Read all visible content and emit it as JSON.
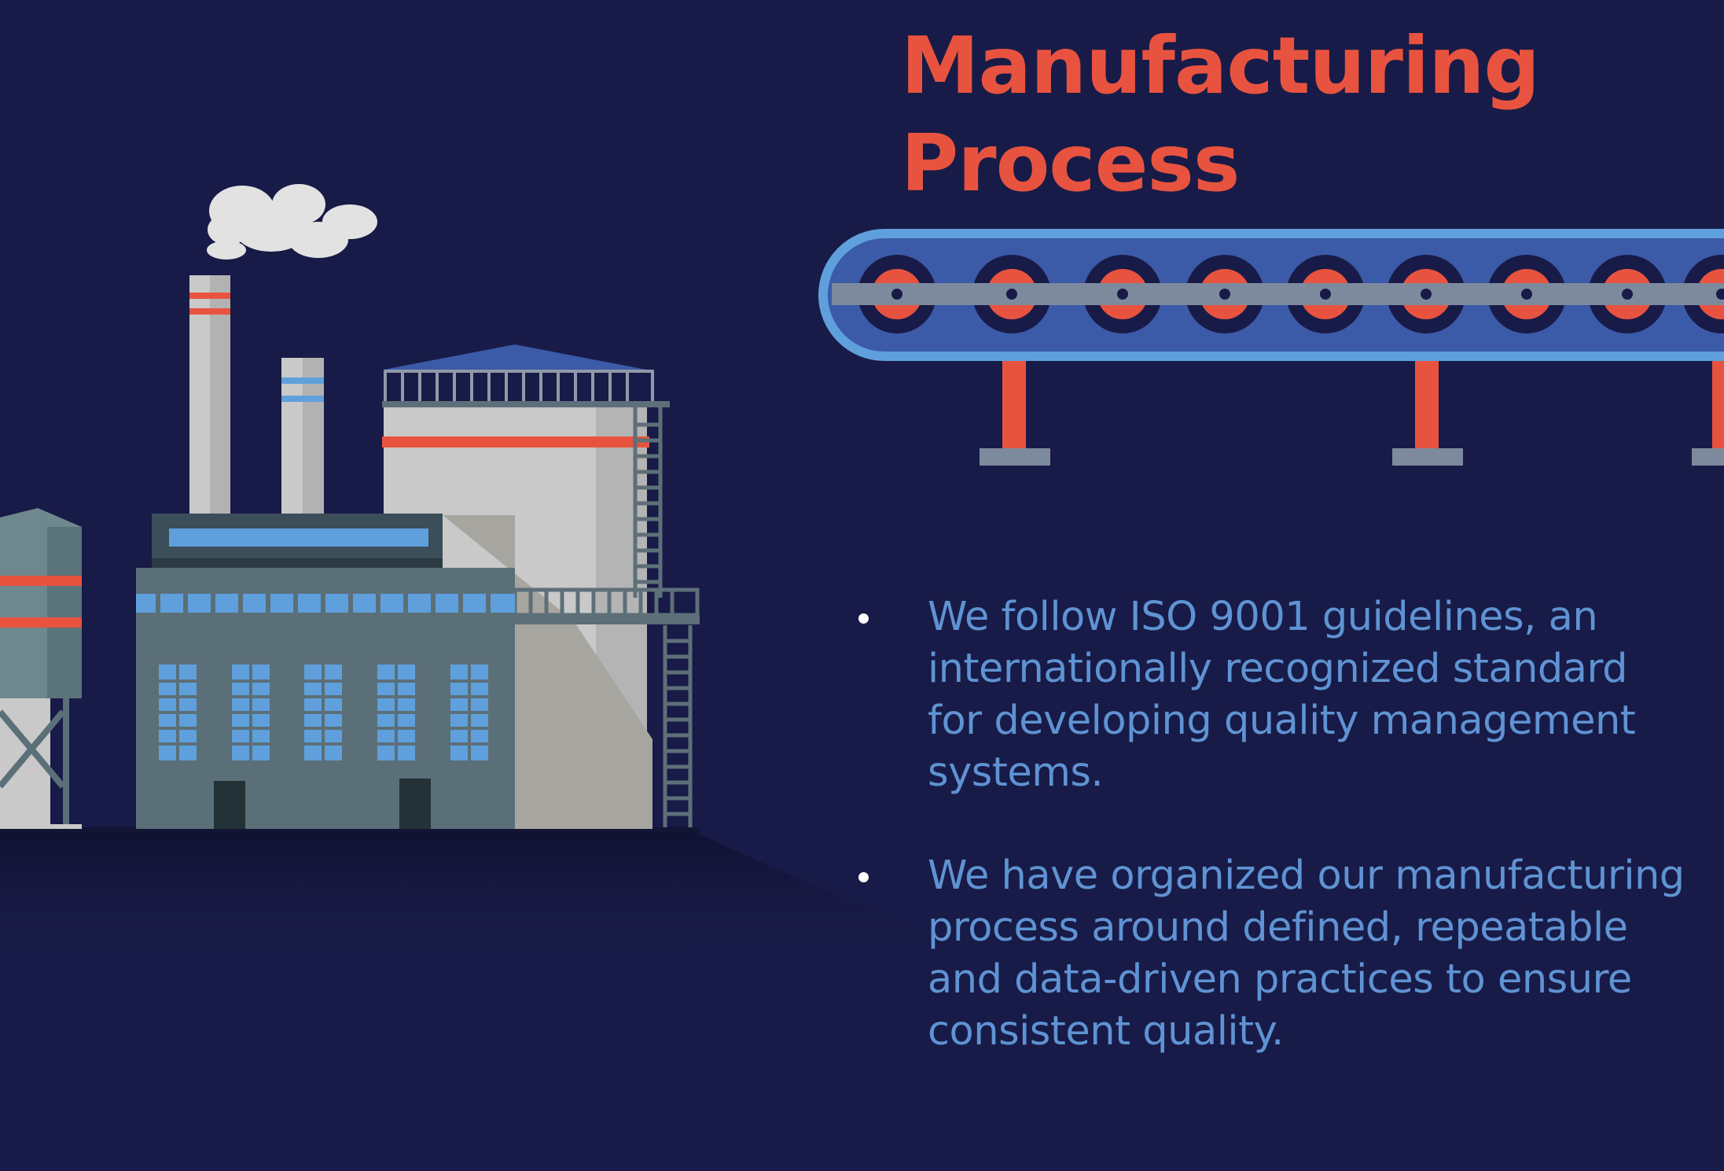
{
  "title": {
    "line1": "Manufacturing",
    "line2": "Process"
  },
  "bullets": [
    "We follow ISO 9001 guidelines, an internationally recognized standard for developing quality management systems.",
    "We have organized our manufacturing process around defined, repeatable and data-driven practices to ensure consistent quality."
  ],
  "colors": {
    "background": "#181b47",
    "title": "#e8533f",
    "body_text": "#5f93d3",
    "conveyor_belt": "#3b5aa8",
    "accent_red": "#e8533f"
  },
  "icons": {
    "factory": "factory-illustration",
    "conveyor": "conveyor-belt-illustration",
    "smoke": "smoke-cloud-icon"
  }
}
